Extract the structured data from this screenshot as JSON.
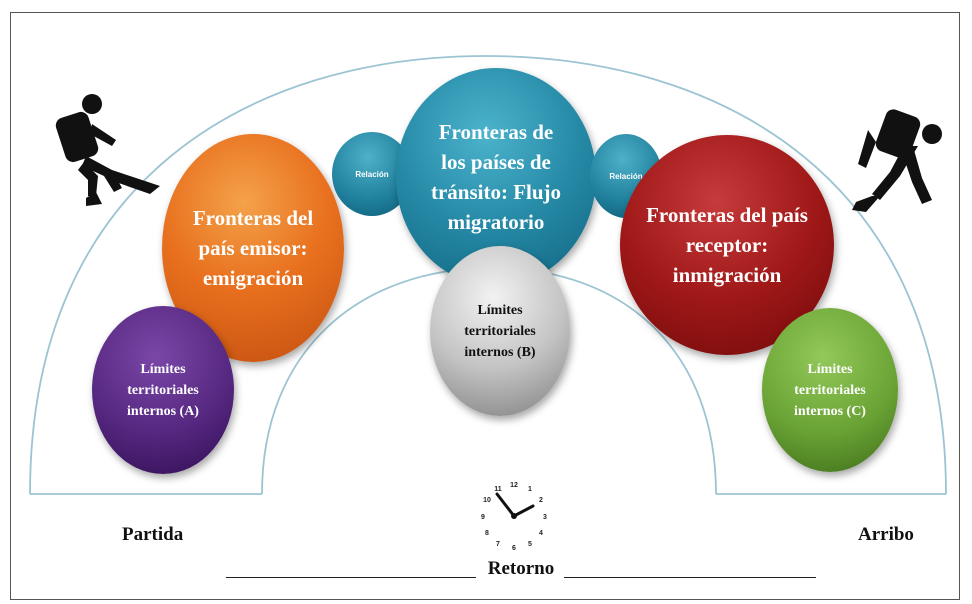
{
  "bubbles": {
    "origin": "Fronteras del país emisor: emigración",
    "transit": "Fronteras de los países de tránsito: Flujo migratorio",
    "destination": "Fronteras del país receptor: inmigración",
    "internal_a": "Límites territoriales internos (A)",
    "internal_b": "Límites territoriales internos (B)",
    "internal_c": "Límites territoriales internos (C)",
    "relation_left": "Relación",
    "relation_right": "Relación"
  },
  "labels": {
    "departure": "Partida",
    "arrival": "Arribo",
    "return": "Retorno"
  },
  "icons": {
    "left_traveler": "backpacker-walking-icon",
    "right_traveler": "backpacker-walking-icon",
    "clock": "clock-icon"
  },
  "colors": {
    "origin": "#e8701e",
    "transit": "#2589a6",
    "destination": "#a01818",
    "internal_a": "#55277f",
    "internal_b": "#c4c4c4",
    "internal_c": "#6aa335",
    "arc": "#7fb3c4"
  }
}
